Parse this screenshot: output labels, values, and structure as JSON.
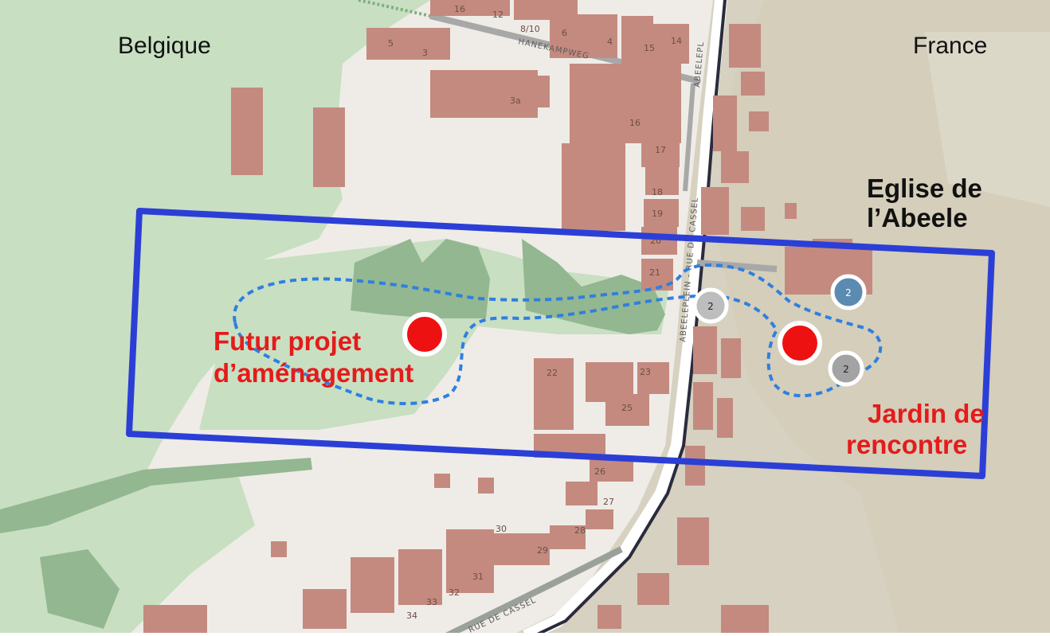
{
  "map": {
    "country_left": "Belgique",
    "country_right": "France",
    "church_label_line1": "Eglise de",
    "church_label_line2": "l’Abeele",
    "project_label_line1": "Futur projet",
    "project_label_line2": "d’aménagement",
    "garden_label_line1": "Jardin de",
    "garden_label_line2": "rencontre",
    "streets": {
      "hanekamp": "HANEKAMPWEG",
      "abeele_top": "ABEELEPL",
      "rue_cassel": "ABEELEPLEIN - RUE DE CASSEL",
      "cassel_bottom": "RUE DE CASSEL"
    },
    "house_numbers": {
      "n16a": "16",
      "n12": "12",
      "n810": "8/10",
      "n6": "6",
      "n4": "4",
      "n15": "15",
      "n14": "14",
      "n5": "5",
      "n3": "3",
      "n3a": "3a",
      "n16b": "16",
      "n17": "17",
      "n18": "18",
      "n19": "19",
      "n20": "20",
      "n21": "21",
      "n22": "22",
      "n23": "23",
      "n25": "25",
      "n26": "26",
      "n27": "27",
      "n28": "28",
      "n29": "29",
      "n30": "30",
      "n31": "31",
      "n32": "32",
      "n33": "33",
      "n34": "34"
    },
    "clusters": {
      "grey_center": "2",
      "blue_right": "2",
      "grey_right": "2"
    },
    "colors": {
      "focus_box": "#2b3fd6",
      "route": "#2f7fe0",
      "marker_red": "#ee1111",
      "label_red": "#e51b1b",
      "building": "#c48a7f",
      "park": "#c7dfc0",
      "woods": "#8fb58c",
      "france_bg": "#d8d3c3"
    }
  }
}
